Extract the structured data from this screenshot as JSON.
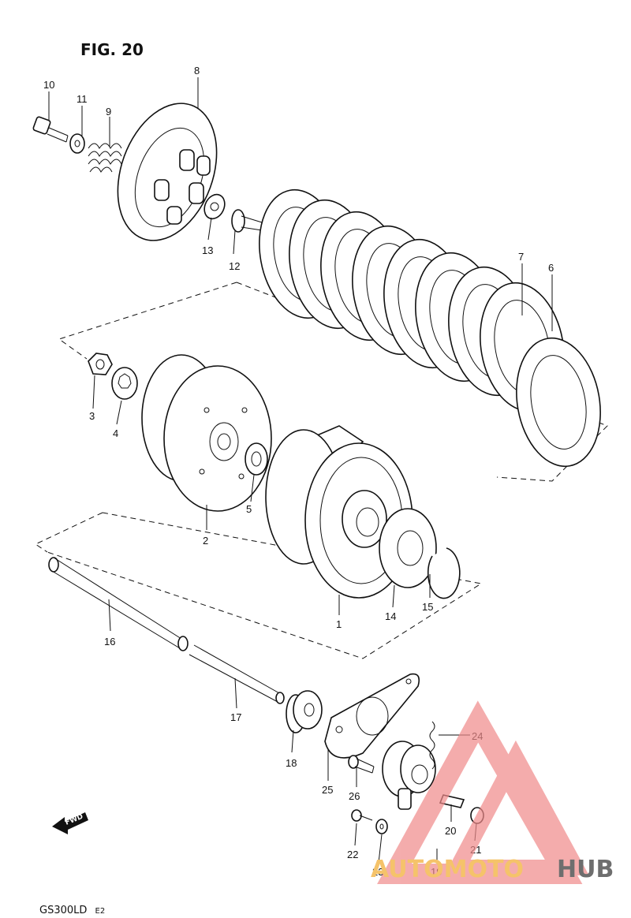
{
  "figure": {
    "title": "FIG. 20",
    "model_code": "GS300LD",
    "model_suffix": "E2"
  },
  "fwd_marker": "FWD",
  "callouts": [
    "1",
    "2",
    "3",
    "4",
    "5",
    "6",
    "7",
    "8",
    "9",
    "10",
    "11",
    "12",
    "13",
    "14",
    "15",
    "16",
    "17",
    "18",
    "19",
    "20",
    "21",
    "22",
    "23",
    "24",
    "25",
    "26"
  ],
  "watermark": {
    "brand_left": "AUTOMOTO",
    "brand_right": "HUB",
    "colors": {
      "triangle": "#f08a8a",
      "left": "#f5c36a",
      "right": "#6e6e6e"
    }
  }
}
